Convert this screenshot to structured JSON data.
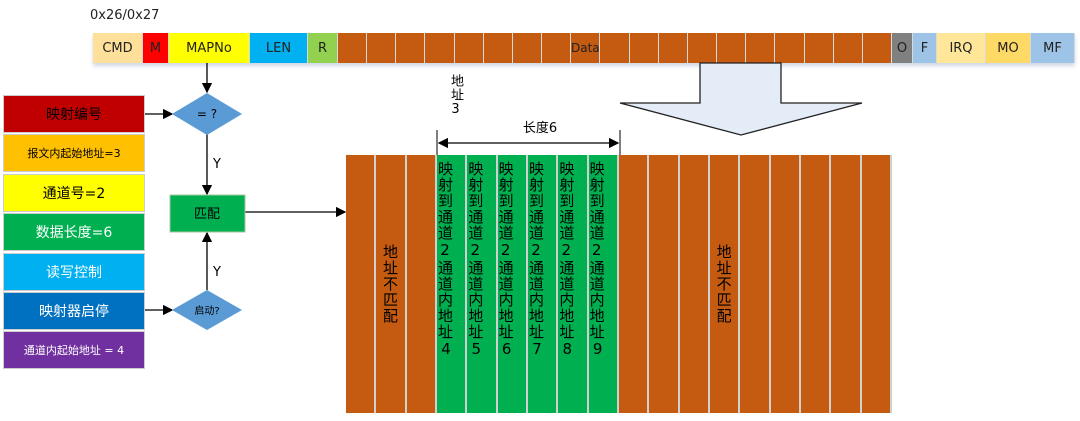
{
  "frame_label": "0x26/0x27",
  "frame_fields": [
    {
      "label": "CMD",
      "color": "#ffe09a"
    },
    {
      "label": "M",
      "color": "#ff0000"
    },
    {
      "label": "MAPNo",
      "color": "#ffff00"
    },
    {
      "label": "LEN",
      "color": "#00b0f0"
    },
    {
      "label": "R",
      "color": "#92d050"
    }
  ],
  "data_label": "Data",
  "data_color": "#c55a11",
  "data_cell_count": 19,
  "tail_fields": [
    {
      "label": "O",
      "color": "#808080"
    },
    {
      "label": "F",
      "color": "#9dc3e6"
    },
    {
      "label": "IRQ",
      "color": "#ffe699"
    },
    {
      "label": "MO",
      "color": "#ffd966"
    },
    {
      "label": "MF",
      "color": "#9dc3e6"
    }
  ],
  "config_boxes": [
    {
      "label": "映射编号",
      "color": "#c00000",
      "text": "#000"
    },
    {
      "label": "报文内起始地址=3",
      "color": "#ffc000",
      "text": "#000"
    },
    {
      "label": "通道号=2",
      "color": "#ffff00",
      "text": "#000"
    },
    {
      "label": "数据长度=6",
      "color": "#00b050",
      "text": "#fff"
    },
    {
      "label": "读写控制",
      "color": "#00b0f0",
      "text": "#fff"
    },
    {
      "label": "映射器启停",
      "color": "#0070c0",
      "text": "#fff"
    },
    {
      "label": "通道内起始地址 = 4",
      "color": "#7030a0",
      "text": "#fff"
    }
  ],
  "flow": {
    "compare_label": "= ?",
    "start_label": "启动?",
    "yes_label": "Y",
    "match_label": "匹配"
  },
  "annotation": {
    "address_label": "地址3",
    "length_label": "长度6"
  },
  "memory": {
    "mismatch_label": "地址不匹配",
    "mapped_prefix": "映射到通道2通道内地址",
    "mapped_addresses": [
      "4",
      "5",
      "6",
      "7",
      "8",
      "9"
    ],
    "column_count": 18,
    "mapped_start_col": 3,
    "mismatch_cols": [
      1,
      12
    ],
    "orange": "#c55a11",
    "green": "#00b050"
  }
}
